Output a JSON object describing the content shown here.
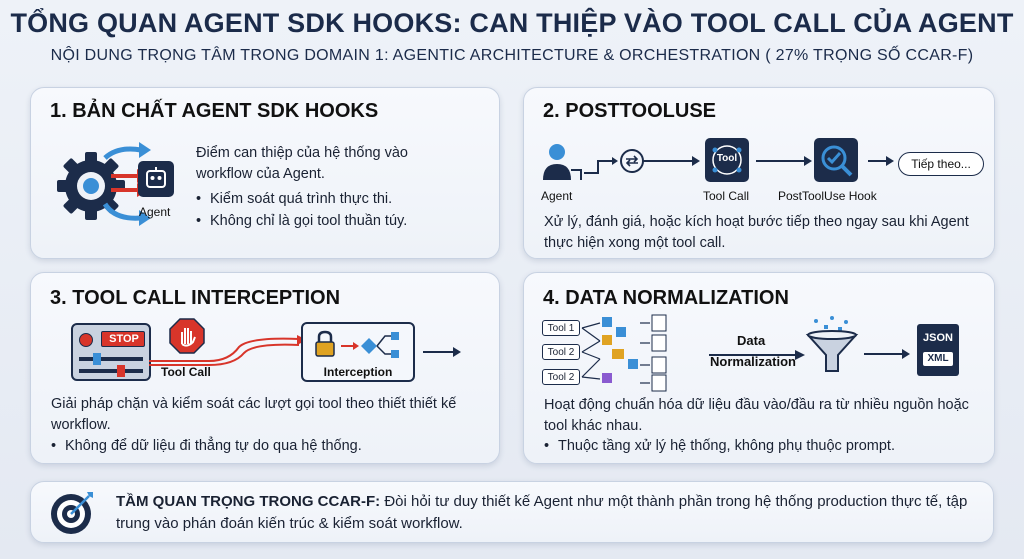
{
  "header": {
    "title": "TỔNG QUAN AGENT SDK HOOKS: CAN THIỆP VÀO TOOL CALL CỦA AGENT",
    "subtitle": "NỘI DUNG TRỌNG TÂM TRONG DOMAIN 1: AGENTIC ARCHITECTURE & ORCHESTRATION ( 27% TRỌNG SỐ CCAR-F)"
  },
  "card1": {
    "title": "1. BẢN CHẤT AGENT SDK HOOKS",
    "agent_label": "Agent",
    "text": "Điểm can thiệp của hệ thống vào workflow của Agent.",
    "bullets": [
      "Kiểm soát quá trình thực thi.",
      "Không chỉ là gọi tool thuần túy."
    ]
  },
  "card2": {
    "title": "2. POSTTOOLUSE",
    "agent_label": "Agent",
    "tool_icon_text": "Tool",
    "tool_call_label": "Tool Call",
    "hook_label": "PostToolUse Hook",
    "next_label": "Tiếp theo...",
    "text": "Xử lý, đánh giá, hoặc kích hoạt bước tiếp theo ngay sau khi Agent thực hiện xong một tool call."
  },
  "card3": {
    "title": "3. TOOL CALL INTERCEPTION",
    "stop_text": "STOP",
    "tool_call_label": "Tool Call",
    "interception_label": "Interception",
    "text": "Giải pháp chặn và kiểm soát các lượt gọi tool theo thiết thiết kế workflow.",
    "bullets": [
      "Không để dữ liệu đi thẳng tự do qua hệ thống."
    ]
  },
  "card4": {
    "title": "4. DATA NORMALIZATION",
    "tools": [
      "Tool 1",
      "Tool 2",
      "Tool 2"
    ],
    "norm_label_1": "Data",
    "norm_label_2": "Normalization",
    "json_label": "JSON",
    "xml_label": "XML",
    "text": "Hoạt động chuẩn hóa dữ liệu đầu vào/đầu ra từ nhiều nguồn hoặc tool khác nhau.",
    "bullets": [
      "Thuộc tầng xử lý hệ thống, không phụ thuộc prompt."
    ]
  },
  "footer": {
    "label": "TẦM QUAN TRỌNG TRONG CCAR-F:",
    "text": "Đòi hỏi tư duy thiết kế Agent như một thành phần trong hệ thống production thực tế, tập trung vào phán đoán kiến trúc & kiểm soát workflow."
  },
  "colors": {
    "navy": "#1c2c4a",
    "accent_blue": "#3a8fd6",
    "red": "#d8352a"
  }
}
